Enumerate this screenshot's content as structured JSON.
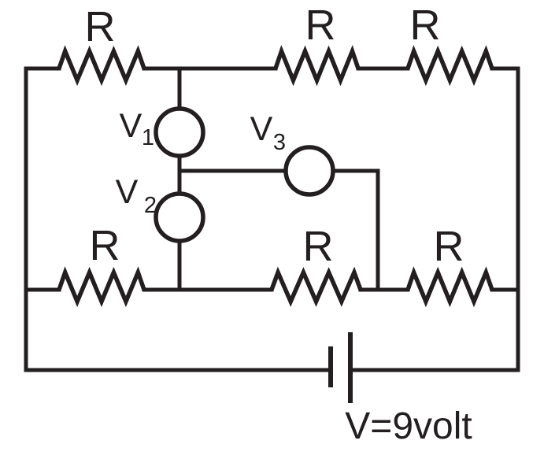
{
  "figure": {
    "background_color": "#ffffff",
    "line_color": "#231f20",
    "resistors": {
      "top_left": "R",
      "top_middle": "R",
      "top_right": "R",
      "bottom_left": "R",
      "bottom_middle": "R",
      "bottom_right": "R"
    },
    "voltmeters": {
      "v1": {
        "symbol": "V",
        "subscript": "1"
      },
      "v2": {
        "symbol": "V",
        "subscript": "2"
      },
      "v3": {
        "symbol": "V",
        "subscript": "3"
      }
    },
    "battery": {
      "label": "V=9volt"
    }
  }
}
